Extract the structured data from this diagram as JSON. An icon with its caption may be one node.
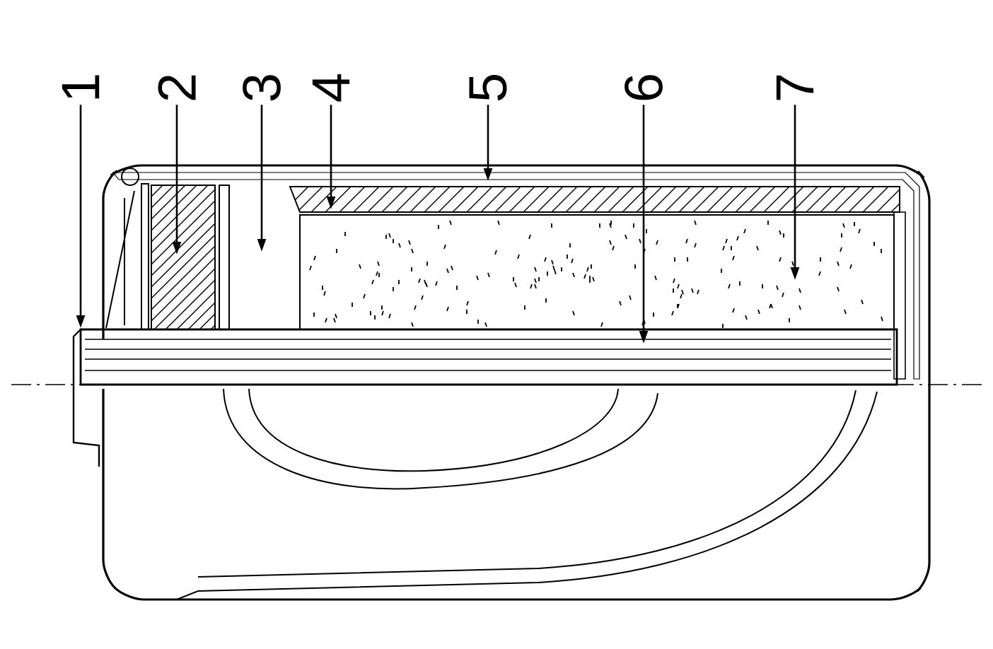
{
  "diagram": {
    "nodes": [
      {
        "text": [
          "1"
        ]
      },
      {
        "text": [
          "2"
        ]
      },
      {
        "text": [
          "3"
        ]
      },
      {
        "text": [
          "4"
        ]
      },
      {
        "text": [
          "5"
        ]
      },
      {
        "text": [
          "6"
        ]
      },
      {
        "text": [
          "7"
        ]
      }
    ],
    "edges": [
      {
        "from": 0,
        "to": null,
        "arrow": "to"
      },
      {
        "from": 1,
        "to": null,
        "arrow": "to"
      },
      {
        "from": 2,
        "to": null,
        "arrow": "to"
      },
      {
        "from": 3,
        "to": null,
        "arrow": "to"
      },
      {
        "from": 4,
        "to": null,
        "arrow": "to"
      },
      {
        "from": 5,
        "to": null,
        "arrow": "to"
      },
      {
        "from": 6,
        "to": null,
        "arrow": "to"
      }
    ]
  }
}
